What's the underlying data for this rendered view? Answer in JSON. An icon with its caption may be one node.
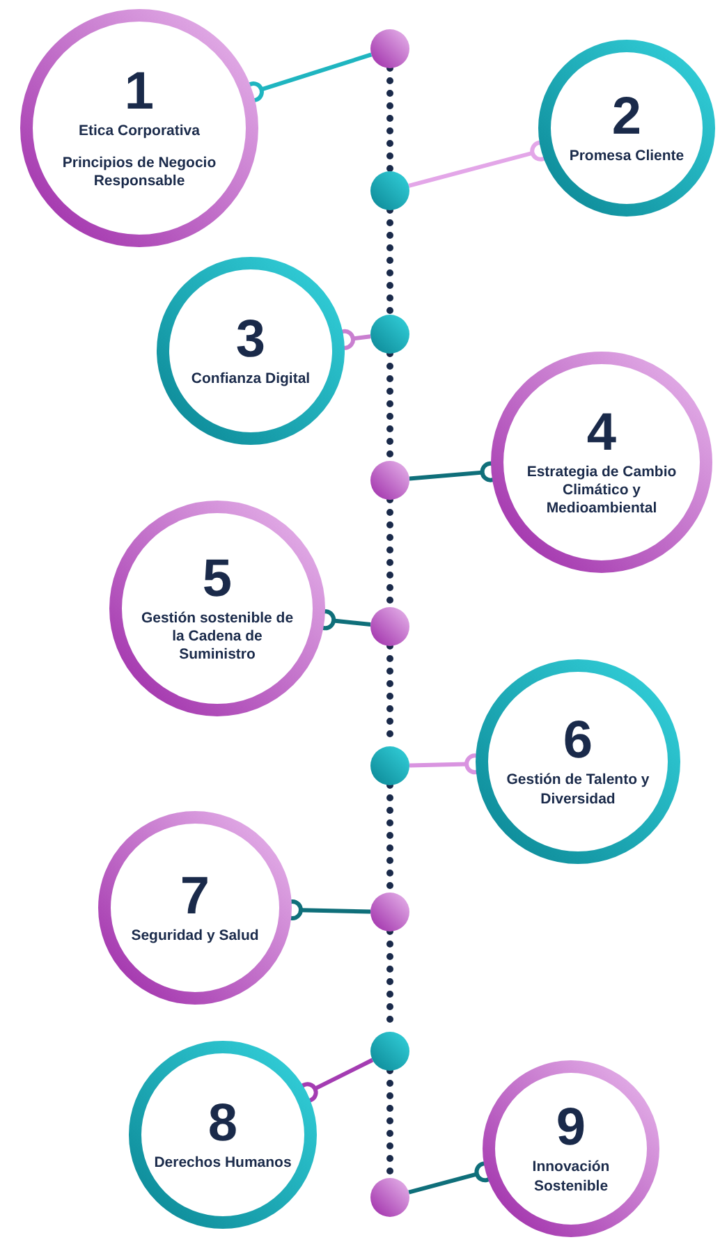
{
  "diagram": {
    "nodes": [
      {
        "text": [
          "1",
          "Etica Corporativa",
          "Principios de Negocio Responsable"
        ]
      },
      {
        "text": [
          "2",
          "Promesa Cliente"
        ]
      },
      {
        "text": [
          "3",
          "Confianza Digital"
        ]
      },
      {
        "text": [
          "4",
          "Estrategia de Cambio Climático y Medioambiental"
        ]
      },
      {
        "text": [
          "5",
          "Gestión sostenible de la Cadena de Suministro"
        ]
      },
      {
        "text": [
          "6",
          "Gestión de Talento y Diversidad"
        ]
      },
      {
        "text": [
          "7",
          "Seguridad y Salud"
        ]
      },
      {
        "text": [
          "8",
          "Derechos Humanos"
        ]
      },
      {
        "text": [
          "9",
          "Innovación Sostenible"
        ]
      },
      {
        "text": [],
        "shape": "circle"
      },
      {
        "text": [],
        "shape": "circle"
      },
      {
        "text": [],
        "shape": "circle"
      },
      {
        "text": [],
        "shape": "circle"
      },
      {
        "text": [],
        "shape": "circle"
      },
      {
        "text": [],
        "shape": "circle"
      },
      {
        "text": [],
        "shape": "circle"
      },
      {
        "text": [],
        "shape": "circle"
      },
      {
        "text": [],
        "shape": "circle"
      }
    ],
    "edges": [
      {
        "from": 0,
        "to": 9,
        "arrow": "other",
        "color": "#1fb5c0"
      },
      {
        "from": 1,
        "to": 10,
        "arrow": "other",
        "color": "#e3a6e8"
      },
      {
        "from": 2,
        "to": 11,
        "arrow": "other",
        "color": "#c97fd0"
      },
      {
        "from": 3,
        "to": 12,
        "arrow": "other",
        "color": "#0f6f7a"
      },
      {
        "from": 4,
        "to": 13,
        "arrow": "other",
        "color": "#0f6f7a"
      },
      {
        "from": 5,
        "to": 14,
        "arrow": "other",
        "color": "#d994e0"
      },
      {
        "from": 6,
        "to": 15,
        "arrow": "other",
        "color": "#0f6f7a"
      },
      {
        "from": 7,
        "to": 16,
        "arrow": "other",
        "color": "#a43cb2"
      },
      {
        "from": 8,
        "to": 17,
        "arrow": "other",
        "color": "#0f6f7a"
      },
      {
        "from": 9,
        "to": 10,
        "arrow": "none",
        "style": "dashed"
      },
      {
        "from": 10,
        "to": 11,
        "arrow": "none",
        "style": "dashed"
      },
      {
        "from": 11,
        "to": 12,
        "arrow": "none",
        "style": "dashed"
      },
      {
        "from": 12,
        "to": 13,
        "arrow": "none",
        "style": "dashed"
      },
      {
        "from": 13,
        "to": 14,
        "arrow": "none",
        "style": "dashed"
      },
      {
        "from": 14,
        "to": 15,
        "arrow": "none",
        "style": "dashed"
      },
      {
        "from": 15,
        "to": 16,
        "arrow": "none",
        "style": "dashed"
      },
      {
        "from": 16,
        "to": 17,
        "arrow": "none",
        "style": "dashed"
      }
    ]
  }
}
